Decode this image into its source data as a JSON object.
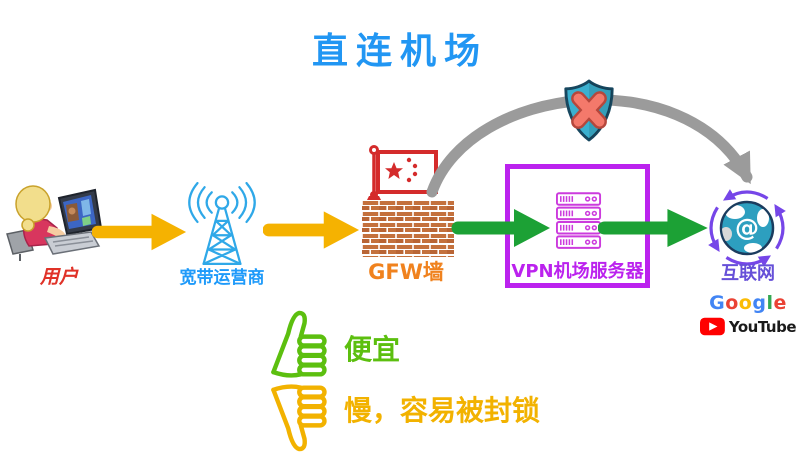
{
  "title": {
    "text": "直连机场",
    "color": "#2196F3"
  },
  "nodes": {
    "user": {
      "label": "用户",
      "label_color": "#E03228",
      "icon": "user-at-laptop-icon"
    },
    "isp": {
      "label": "宽带运营商",
      "label_color": "#1E9AFA",
      "icon": "radio-tower-icon"
    },
    "gfw": {
      "label": "GFW墙",
      "label_color": "#F0821E",
      "icon": "great-firewall-brick-wall-icon",
      "flag_icon": "china-flag-icon"
    },
    "vpn": {
      "label": "VPN机场服务器",
      "label_color": "#BB22EE",
      "box_color": "#BB22EE",
      "icon": "server-rack-icon"
    },
    "internet": {
      "label": "互联网",
      "label_color": "#6650D8",
      "icon": "globe-cycle-icon"
    }
  },
  "connections": {
    "user_to_isp": {
      "color": "#F5B201"
    },
    "isp_to_gfw": {
      "color": "#F5B201"
    },
    "gfw_to_vpn": {
      "color": "#1CA135"
    },
    "vpn_to_internet": {
      "color": "#1CA135"
    },
    "blocked_direct": {
      "color": "#9B9B9B",
      "icon": "shield-x-blocked-icon"
    }
  },
  "services": {
    "google": {
      "name": "Google",
      "letters": [
        {
          "ch": "G",
          "color": "#4285F4"
        },
        {
          "ch": "o",
          "color": "#EA4335"
        },
        {
          "ch": "o",
          "color": "#FBBC05"
        },
        {
          "ch": "g",
          "color": "#4285F4"
        },
        {
          "ch": "l",
          "color": "#34A853"
        },
        {
          "ch": "e",
          "color": "#EA4335"
        }
      ]
    },
    "youtube": {
      "name": "YouTube",
      "badge_color": "#FF0000",
      "icon": "youtube-play-icon"
    }
  },
  "verdict": {
    "pro": {
      "text": "便宜",
      "color": "#5CBF0F",
      "icon": "thumbs-up-icon"
    },
    "con": {
      "text": "慢，容易被封锁",
      "color": "#F2B200",
      "icon": "thumbs-down-icon"
    }
  }
}
